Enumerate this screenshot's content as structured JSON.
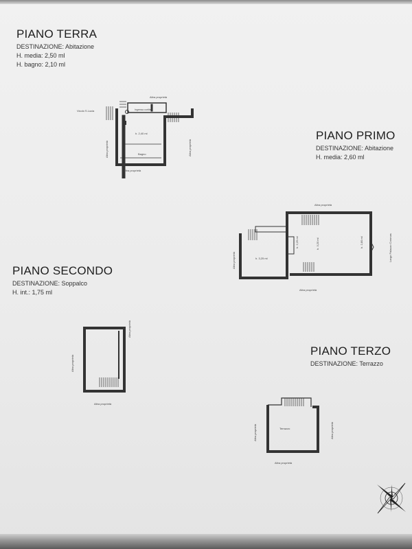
{
  "floors": {
    "terra": {
      "title": "PIANO TERRA",
      "destination_label": "DESTINAZIONE:",
      "destination_value": "Abitazione",
      "line2": "H. media: 2,50 ml",
      "line3": "H. bagno: 2,10 ml",
      "plan_labels": {
        "top": "Altra proprietà",
        "left_road": "Vicolo S.Lucia",
        "bottom": "Altra proprietà",
        "left_side": "Altra proprietà",
        "right_side": "Altra proprietà",
        "height": "h. 2,40 ml",
        "bath": "Bagno",
        "strip": "Ingresso cortile"
      }
    },
    "primo": {
      "title": "PIANO PRIMO",
      "destination_label": "DESTINAZIONE:",
      "destination_value": "Abitazione",
      "line2": "H. media: 2,60 ml",
      "plan_labels": {
        "top": "Altra proprietà",
        "bottom": "Altra proprietà",
        "left_side": "Altra proprietà",
        "right_side": "Largo Palazzo Coronas",
        "h1": "h. 3,25 ml",
        "h2": "h. 2,25 ml",
        "h3": "h. 3,20 ml",
        "h4": "h. 2,80 ml"
      }
    },
    "secondo": {
      "title": "PIANO SECONDO",
      "destination_label": "DESTINAZIONE:",
      "destination_value": "Soppalco",
      "line2": "H. int.: 1,75 ml",
      "plan_labels": {
        "bottom": "Altra proprietà",
        "left_side": "Altra proprietà",
        "right_side": "Altra proprietà"
      }
    },
    "terzo": {
      "title": "PIANO TERZO",
      "destination_label": "DESTINAZIONE:",
      "destination_value": "Terrazzo",
      "plan_labels": {
        "center": "Terrazzo",
        "bottom": "Altra proprietà",
        "left_side": "Altra proprietà",
        "right_side": "Altra proprietà"
      }
    }
  },
  "compass_icon": "compass-rose-icon"
}
